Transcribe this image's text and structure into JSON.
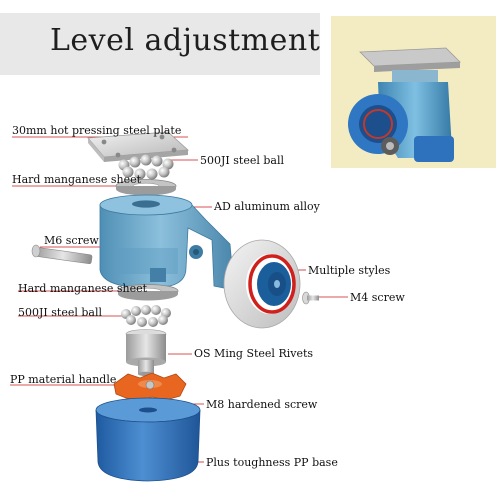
{
  "title": "Level adjustment",
  "colors": {
    "accent_red": "#d0201c",
    "housing_blue": "#6aa6c8",
    "wheel_core_blue": "#1b5e9c",
    "handle_orange": "#e8661f",
    "base_blue": "#2f6fb8",
    "photo_bg": "#f3ecc2"
  },
  "parts": [
    {
      "id": "plate",
      "label": "30mm hot pressing steel plate"
    },
    {
      "id": "ball-top",
      "label": "500JI steel ball"
    },
    {
      "id": "sheet-top",
      "label": "Hard manganese sheet"
    },
    {
      "id": "housing",
      "label": "AD aluminum alloy"
    },
    {
      "id": "m6-screw",
      "label": "M6 screw"
    },
    {
      "id": "wheel",
      "label": "Multiple styles"
    },
    {
      "id": "m4-screw",
      "label": "M4 screw"
    },
    {
      "id": "sheet-bottom",
      "label": "Hard manganese sheet"
    },
    {
      "id": "ball-bottom",
      "label": "500JI steel ball"
    },
    {
      "id": "rivet",
      "label": "OS Ming Steel Rivets"
    },
    {
      "id": "handle",
      "label": "PP material handle"
    },
    {
      "id": "m8-screw",
      "label": "M8 hardened screw"
    },
    {
      "id": "base",
      "label": "Plus toughness PP base"
    }
  ],
  "icons": {
    "product_photo": "caster-wheel-photo",
    "exploded_view": "exploded-caster-diagram"
  }
}
